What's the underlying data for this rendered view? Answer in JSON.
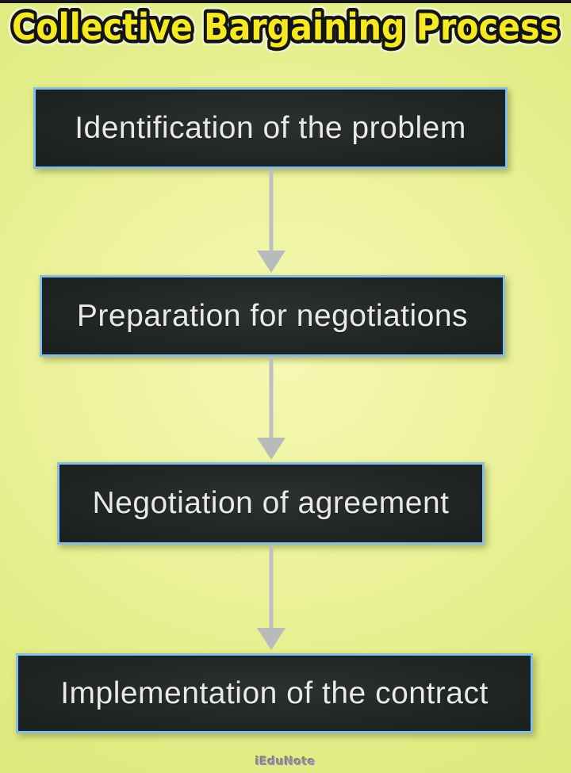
{
  "title": {
    "text": "Collective Bargaining Process"
  },
  "steps": [
    {
      "label": "Identification of the problem"
    },
    {
      "label": "Preparation for negotiations"
    },
    {
      "label": "Negotiation of agreement"
    },
    {
      "label": "Implementation of the contract"
    }
  ],
  "watermark": {
    "text": "iEduNote"
  },
  "colors": {
    "background_edge": "#dcea7e",
    "background_center": "#f5f8b2",
    "top_bar": "#151515",
    "title_fill": "#f5e826",
    "title_outline": "#141414",
    "title_halo": "#eef2c4",
    "box_fill": "#222725",
    "box_border": "#8fbcd9",
    "box_inner_border": "#0f2536",
    "box_text": "#e9e9e7",
    "arrow": "#b9bdbe",
    "watermark": "#8f918a"
  }
}
